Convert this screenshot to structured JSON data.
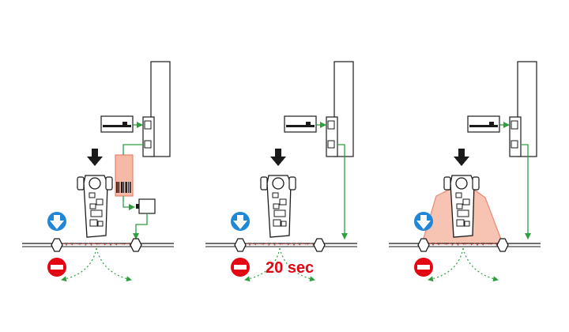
{
  "colors": {
    "line": "#1a1a1a",
    "green": "#2e9e3e",
    "red": "#e30613",
    "laser_dash": "#d33a3a",
    "highlight": "#f6b9a6",
    "highlight_stroke": "#e8735a",
    "blue": "#1f87d6",
    "white": "#ffffff"
  },
  "panels": [
    {
      "id": "panel-1",
      "variant": "barcode-reader"
    },
    {
      "id": "panel-2",
      "variant": "timer",
      "timer_label": "20 sec"
    },
    {
      "id": "panel-3",
      "variant": "safety-sensor"
    }
  ],
  "icons": {
    "arrow": "down-arrow-icon",
    "entry": "blue-down-arrow-icon",
    "no_entry": "no-entry-icon",
    "sensor": "photo-sensor-icon",
    "card": "card-reader-icon",
    "walkie": "radio-unit-icon"
  }
}
